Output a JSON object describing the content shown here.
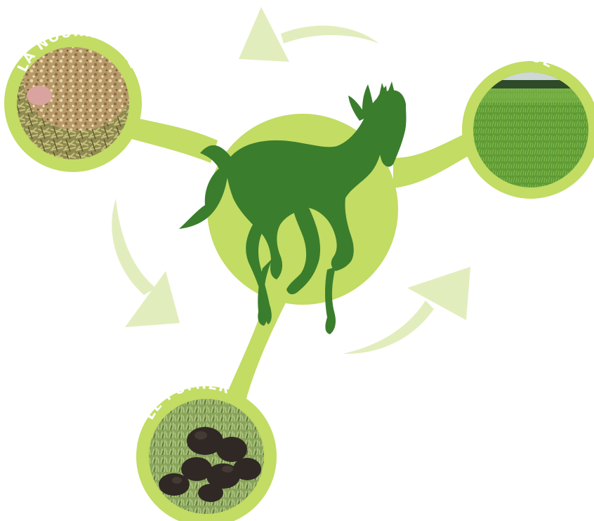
{
  "nodes": {
    "food": {
      "label": "LA NOURRITURE"
    },
    "soil": {
      "label": "LE SOL"
    },
    "manure": {
      "label": "LE FUMIER"
    }
  },
  "colors": {
    "ring": "#c2dc64",
    "center_disc": "#c2dc64",
    "horse": "#3a7d2c",
    "cycle_arrows": "#e2edbd",
    "label_text": "#ffffff"
  },
  "icons": {
    "center": "horse-silhouette",
    "cycle": "curved-arrow"
  }
}
